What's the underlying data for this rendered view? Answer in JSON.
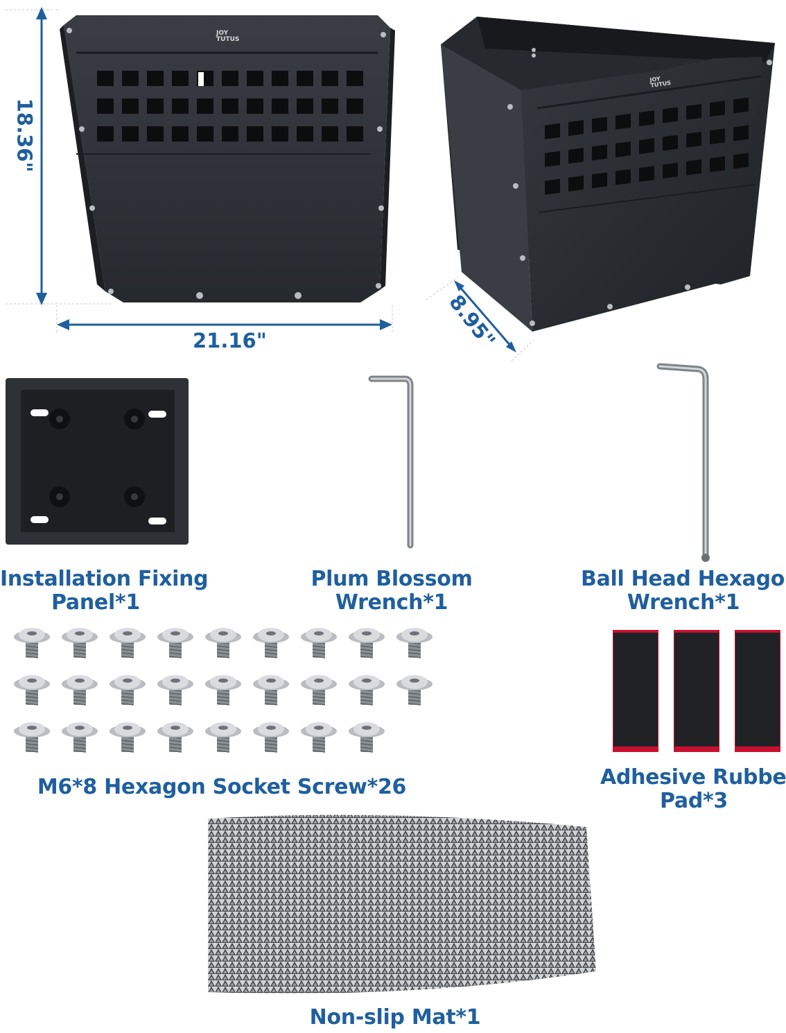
{
  "dimensions": {
    "height": "18.36\"",
    "width": "21.16\"",
    "depth": "8.95\""
  },
  "logo": {
    "line1": "JOY",
    "line2": "TUTUS"
  },
  "items": [
    {
      "line1": "Installation Fixing",
      "line2": "Panel*1"
    },
    {
      "line1": "Plum Blossom",
      "line2": "Wrench*1"
    },
    {
      "line1": "Ball Head Hexagon",
      "line2": "Wrench*1"
    },
    {
      "line1": "M6*8 Hexagon Socket Screw*26"
    },
    {
      "line1": "Adhesive Rubber",
      "line2": "Pad*3"
    },
    {
      "line1": "Non-slip Mat*1"
    }
  ],
  "counts": {
    "screws": 26,
    "rubber_pads": 3
  },
  "colors": {
    "label_blue": "#1f5f9e",
    "panel_black": "#2c2f35",
    "pad_red": "#c8102e",
    "steel": "#b9bcc0"
  }
}
